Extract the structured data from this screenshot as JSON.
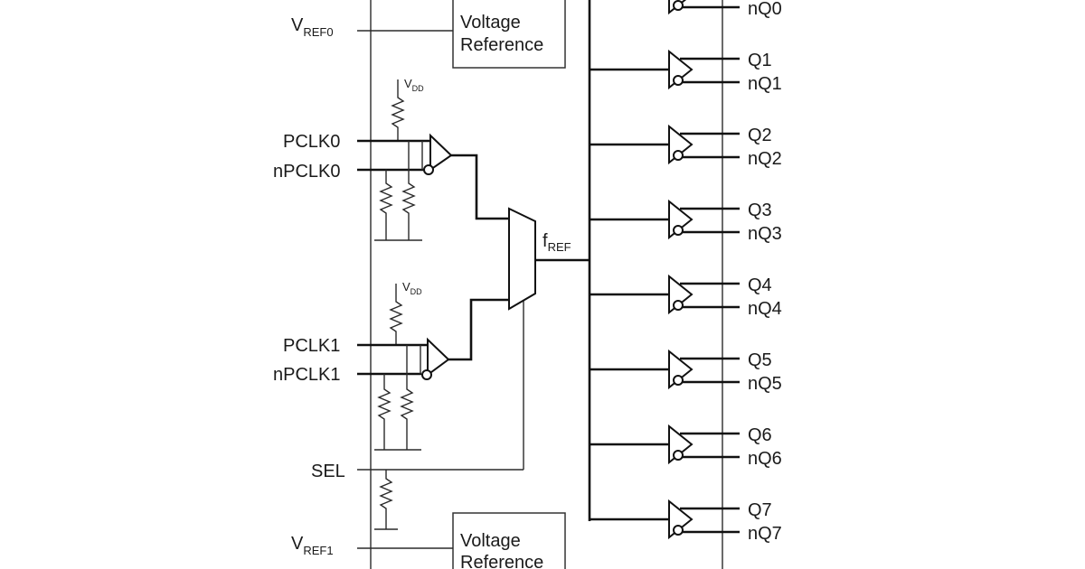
{
  "inputs": {
    "vref0": {
      "main": "V",
      "sub": "REF0"
    },
    "vref1": {
      "main": "V",
      "sub": "REF1"
    },
    "pclk0": "PCLK0",
    "npclk0": "nPCLK0",
    "pclk1": "PCLK1",
    "npclk1": "nPCLK1",
    "sel": "SEL"
  },
  "blocks": {
    "voltage_reference_top": {
      "line1": "Voltage",
      "line2": "Reference"
    },
    "voltage_reference_bottom": {
      "line1": "Voltage",
      "line2": "Reference"
    }
  },
  "supply": {
    "main": "V",
    "sub": "DD"
  },
  "mux_output": {
    "main": "f",
    "sub": "REF"
  },
  "outputs": [
    {
      "q": "",
      "nq": "nQ0"
    },
    {
      "q": "Q1",
      "nq": "nQ1"
    },
    {
      "q": "Q2",
      "nq": "nQ2"
    },
    {
      "q": "Q3",
      "nq": "nQ3"
    },
    {
      "q": "Q4",
      "nq": "nQ4"
    },
    {
      "q": "Q5",
      "nq": "nQ5"
    },
    {
      "q": "Q6",
      "nq": "nQ6"
    },
    {
      "q": "Q7",
      "nq": "nQ7"
    }
  ]
}
